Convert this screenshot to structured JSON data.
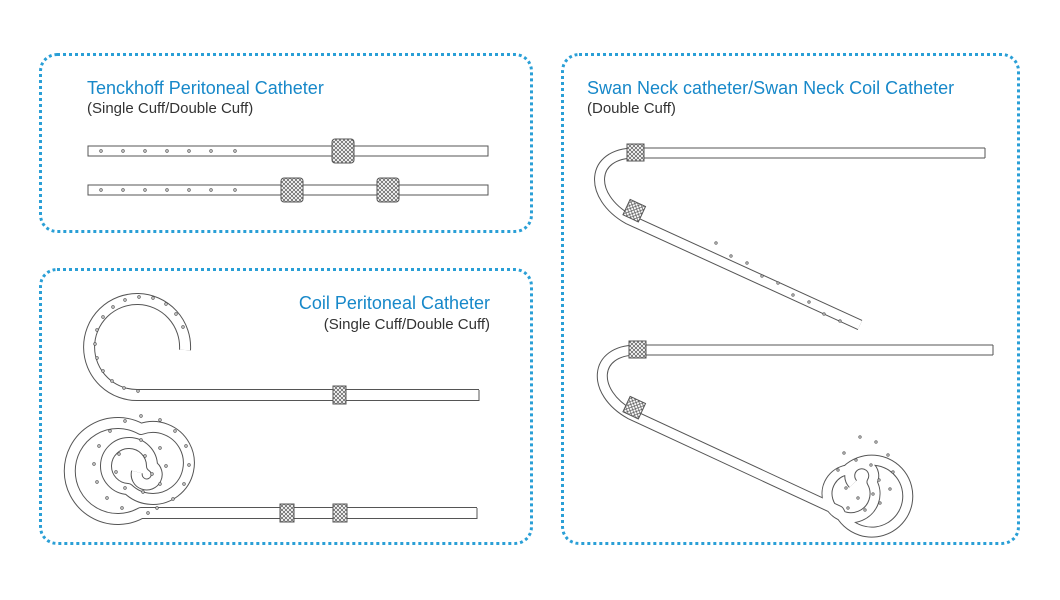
{
  "panels": {
    "tenckhoff": {
      "title": "Tenckhoff Peritoneal Catheter",
      "subtitle": "(Single Cuff/Double Cuff)"
    },
    "coil": {
      "title": "Coil Peritoneal Catheter",
      "subtitle": "(Single Cuff/Double Cuff)"
    },
    "swan": {
      "title": "Swan Neck catheter/Swan Neck Coil Catheter",
      "subtitle": "(Double Cuff)"
    }
  },
  "colors": {
    "border": "#2a9fd6",
    "title": "#1788c9",
    "text": "#333333",
    "stroke": "#555555"
  }
}
